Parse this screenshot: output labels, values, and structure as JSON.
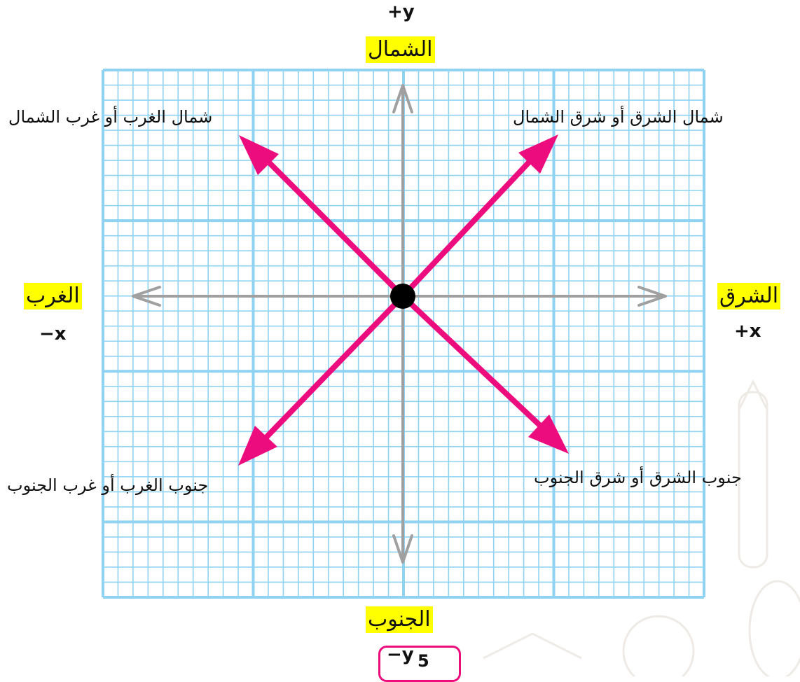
{
  "labels": {
    "north": "الشمال",
    "south": "الجنوب",
    "east": "الشرق",
    "west": "الغرب",
    "plus_y": "+y",
    "minus_y": "−y",
    "plus_x": "+x",
    "minus_x": "−x",
    "northwest": "شمال الغرب أو غرب الشمال",
    "northeast": "شمال الشرق أو شرق الشمال",
    "southwest": "جنوب الغرب  أو غرب الجنوب",
    "southeast": "جنوب الشرق أو شرق الجنوب"
  },
  "page_number": "5",
  "colors": {
    "grid": "#8fd2f2",
    "axis": "#a0a0a0",
    "arrow": "#ec0c7e",
    "highlight": "#ffff00",
    "origin": "#000000"
  }
}
